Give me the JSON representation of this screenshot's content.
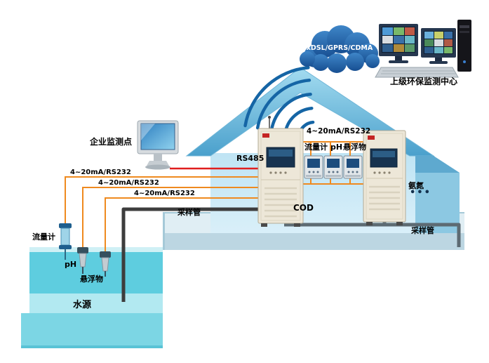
{
  "cloud": {
    "label": "xDSL/GPRS/CDMA"
  },
  "monitoring_center": {
    "label": "上级环保监测中心"
  },
  "enterprise_station": {
    "label": "企业监测点"
  },
  "labels": {
    "signal": "4~20mA/RS232",
    "rs485": "RS485"
  },
  "instruments": {
    "flow": "流量计",
    "ph": "pH",
    "suspended": "悬浮物"
  },
  "analyzers": {
    "cod": "COD",
    "ammonia": "氨氮",
    "more": "•••"
  },
  "pipes": {
    "left": "采样管",
    "right": "采样管"
  },
  "water": {
    "source": "水源"
  },
  "sensors": {
    "flow": "流量计",
    "ph": "pH",
    "suspended": "悬浮物"
  },
  "colors": {
    "cloud_blue": "#1b5a9e",
    "house_body_blue": "#cdeaf7",
    "roof_blue": "#4aa0cc",
    "water_cyan": "#5ecddf",
    "wire_orange": "#ef8a1f",
    "rs485_red": "#e01e1e",
    "pipe_gray": "#3d3d3d",
    "cabinet_ivory": "#ede7d8"
  }
}
